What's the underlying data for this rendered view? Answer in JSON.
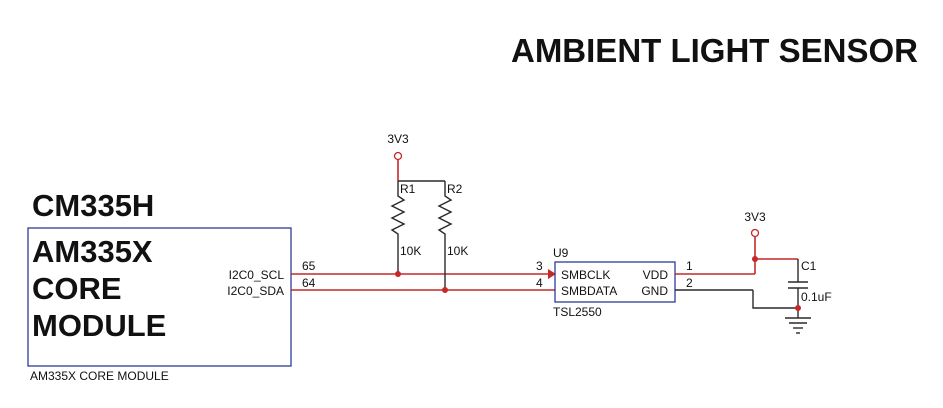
{
  "title": "AMBIENT LIGHT SENSOR",
  "module": {
    "name": "CM335H",
    "body_lines": [
      "AM335X",
      "CORE",
      "MODULE"
    ],
    "footer": "AM335X CORE MODULE",
    "pins": [
      {
        "label": "I2C0_SCL",
        "number": "65"
      },
      {
        "label": "I2C0_SDA",
        "number": "64"
      }
    ]
  },
  "resistors": [
    {
      "ref": "R1",
      "value": "10K"
    },
    {
      "ref": "R2",
      "value": "10K"
    }
  ],
  "power_labels": [
    "3V3",
    "3V3"
  ],
  "chip": {
    "ref": "U9",
    "part": "TSL2550",
    "left_pins": [
      {
        "label": "SMBCLK",
        "number": "3"
      },
      {
        "label": "SMBDATA",
        "number": "4"
      }
    ],
    "right_pins": [
      {
        "label": "VDD",
        "number": "1"
      },
      {
        "label": "GND",
        "number": "2"
      }
    ]
  },
  "capacitor": {
    "ref": "C1",
    "value": "0.1uF"
  }
}
